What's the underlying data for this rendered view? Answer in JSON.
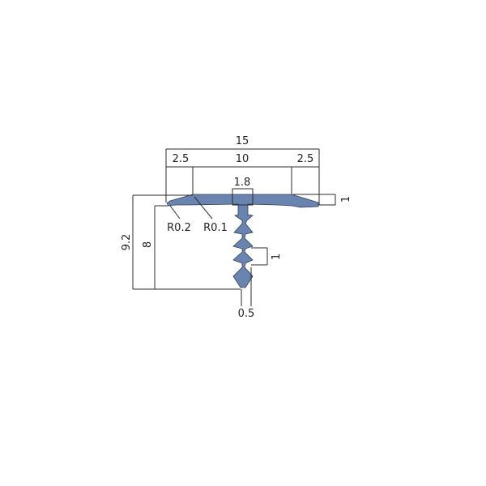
{
  "colors": {
    "profile_fill": "#6a84b0",
    "line": "#2b2b2b",
    "text": "#222222",
    "background": "#ffffff"
  },
  "dimensions": {
    "overall_width": "15",
    "left_flange": "2.5",
    "center": "10",
    "right_flange": "2.5",
    "stem_width": "1.8",
    "top_thickness": "1",
    "fin_pitch": "1",
    "total_height": "9.2",
    "stem_height": "8",
    "tip_width": "0.5",
    "radius_outer": "R0.2",
    "radius_inner": "R0.1"
  }
}
